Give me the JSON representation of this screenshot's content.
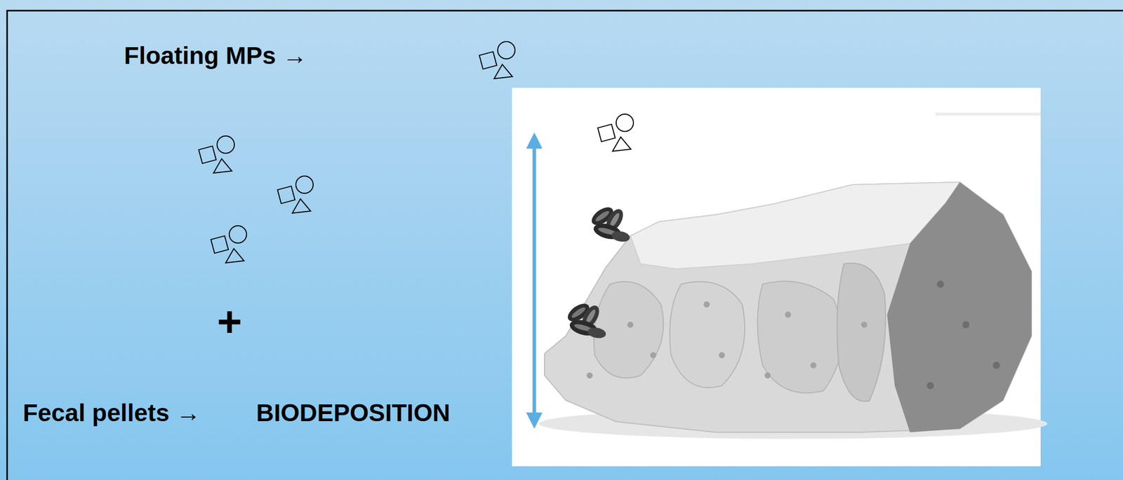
{
  "diagram": {
    "labels": [
      "Floating MPs →",
      "+",
      "Fecal pellets →",
      "BIODEPOSITION"
    ]
  }
}
